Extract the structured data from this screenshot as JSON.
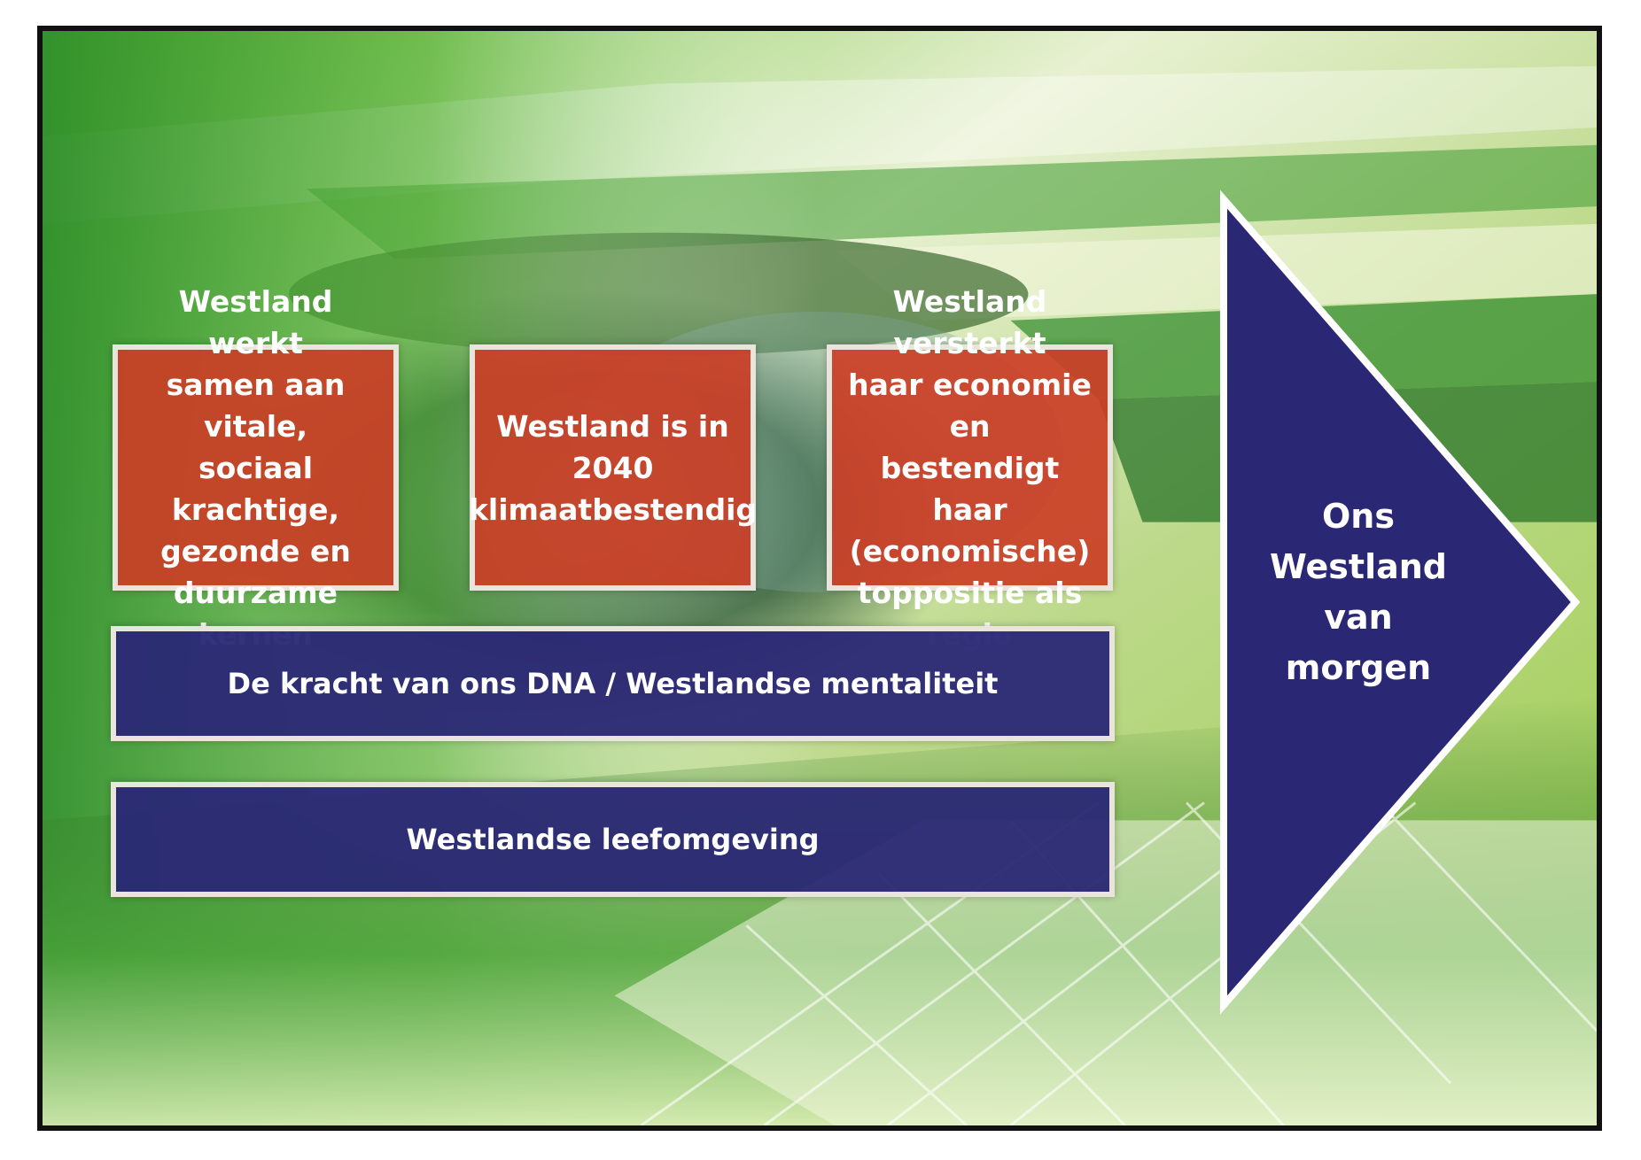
{
  "diagram": {
    "pillars": [
      {
        "text": "Westland werkt\nsamen aan vitale,\nsociaal krachtige,\ngezonde en\nduurzame kernen"
      },
      {
        "text": "Westland is in 2040\nklimaatbestendig"
      },
      {
        "text": "Westland versterkt\nhaar economie en\nbestendigt haar\n(economische)\ntoppositie als regio"
      }
    ],
    "foundation_1": {
      "text": "De kracht van ons DNA / Westlandse mentaliteit"
    },
    "foundation_2": {
      "text": "Westlandse leefomgeving"
    },
    "goal": {
      "text": "Ons\nWestland\nvan\nmorgen"
    }
  },
  "colors": {
    "pillar_red": "#cb3e26",
    "bar_navy": "#2a2775",
    "border_light": "#e9e4dc",
    "frame": "#111111",
    "background_green": "#3d9a2e"
  }
}
